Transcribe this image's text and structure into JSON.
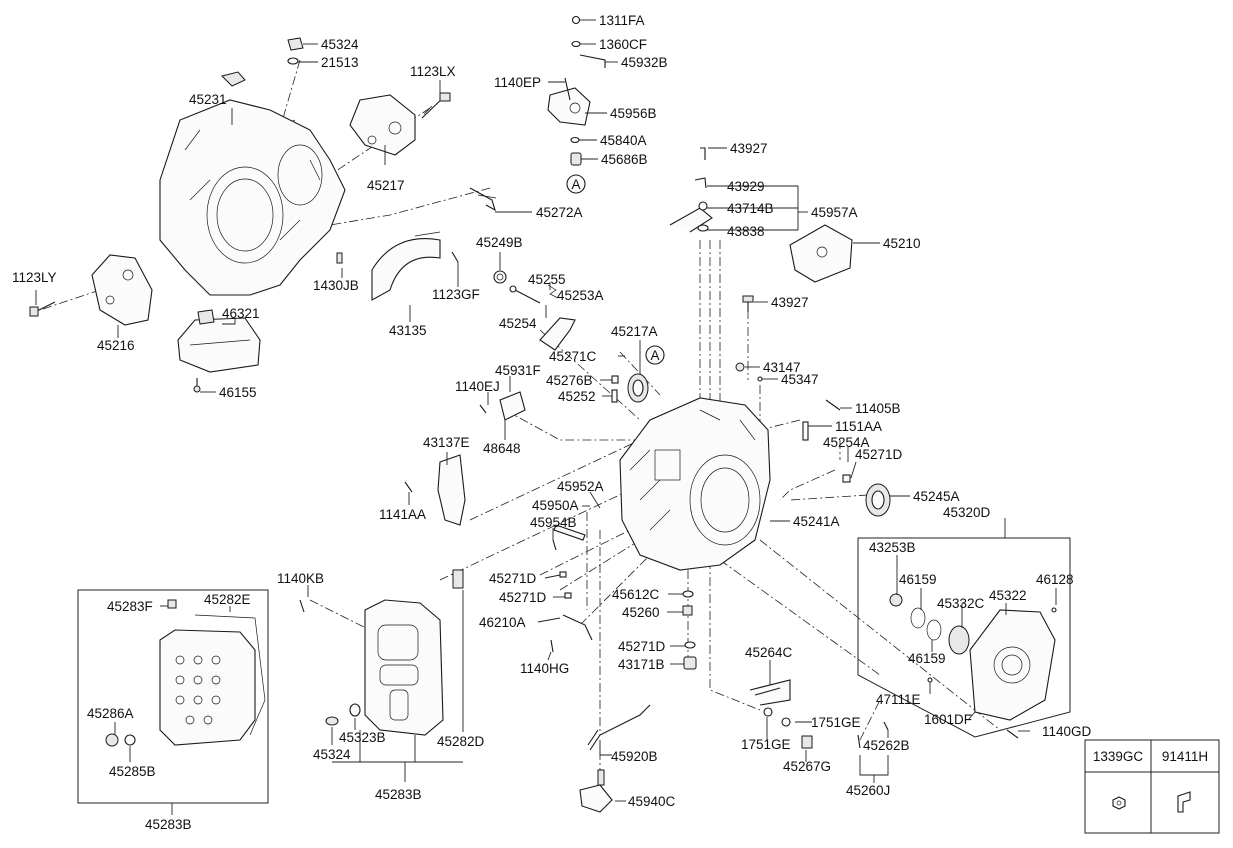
{
  "callouts": [
    {
      "id": "p-1311FA",
      "text": "1311FA"
    },
    {
      "id": "p-1360CF",
      "text": "1360CF"
    },
    {
      "id": "p-45932B",
      "text": "45932B"
    },
    {
      "id": "p-1140EP",
      "text": "1140EP"
    },
    {
      "id": "p-45956B",
      "text": "45956B"
    },
    {
      "id": "p-45840A",
      "text": "45840A"
    },
    {
      "id": "p-45686B",
      "text": "45686B"
    },
    {
      "id": "p-45324-top",
      "text": "45324"
    },
    {
      "id": "p-21513",
      "text": "21513"
    },
    {
      "id": "p-1123LX",
      "text": "1123LX"
    },
    {
      "id": "p-45231",
      "text": "45231"
    },
    {
      "id": "p-45217",
      "text": "45217"
    },
    {
      "id": "p-45272A",
      "text": "45272A"
    },
    {
      "id": "p-43927-top",
      "text": "43927"
    },
    {
      "id": "p-43929",
      "text": "43929"
    },
    {
      "id": "p-43714B",
      "text": "43714B"
    },
    {
      "id": "p-45957A",
      "text": "45957A"
    },
    {
      "id": "p-43838",
      "text": "43838"
    },
    {
      "id": "p-45210",
      "text": "45210"
    },
    {
      "id": "p-1123LY",
      "text": "1123LY"
    },
    {
      "id": "p-1430JB",
      "text": "1430JB"
    },
    {
      "id": "p-1123GF",
      "text": "1123GF"
    },
    {
      "id": "p-45249B",
      "text": "45249B"
    },
    {
      "id": "p-45255",
      "text": "45255"
    },
    {
      "id": "p-45253A",
      "text": "45253A"
    },
    {
      "id": "p-45254",
      "text": "45254"
    },
    {
      "id": "p-43927-mid",
      "text": "43927"
    },
    {
      "id": "p-46321",
      "text": "46321"
    },
    {
      "id": "p-45216",
      "text": "45216"
    },
    {
      "id": "p-43135",
      "text": "43135"
    },
    {
      "id": "p-45217A",
      "text": "45217A"
    },
    {
      "id": "p-45271C",
      "text": "45271C"
    },
    {
      "id": "p-43147",
      "text": "43147"
    },
    {
      "id": "p-45347",
      "text": "45347"
    },
    {
      "id": "p-45931F",
      "text": "45931F"
    },
    {
      "id": "p-46155",
      "text": "46155"
    },
    {
      "id": "p-1140EJ",
      "text": "1140EJ"
    },
    {
      "id": "p-45276B",
      "text": "45276B"
    },
    {
      "id": "p-45252",
      "text": "45252"
    },
    {
      "id": "p-11405B",
      "text": "11405B"
    },
    {
      "id": "p-48648",
      "text": "48648"
    },
    {
      "id": "p-1151AA",
      "text": "1151AA"
    },
    {
      "id": "p-43137E",
      "text": "43137E"
    },
    {
      "id": "p-45254A",
      "text": "45254A"
    },
    {
      "id": "p-45271D-r",
      "text": "45271D"
    },
    {
      "id": "p-45952A",
      "text": "45952A"
    },
    {
      "id": "p-1141AA",
      "text": "1141AA"
    },
    {
      "id": "p-45950A",
      "text": "45950A"
    },
    {
      "id": "p-45245A",
      "text": "45245A"
    },
    {
      "id": "p-45954B",
      "text": "45954B"
    },
    {
      "id": "p-45241A",
      "text": "45241A"
    },
    {
      "id": "p-45320D",
      "text": "45320D"
    },
    {
      "id": "p-43253B",
      "text": "43253B"
    },
    {
      "id": "p-46159-a",
      "text": "46159"
    },
    {
      "id": "p-46128",
      "text": "46128"
    },
    {
      "id": "p-45271D-a",
      "text": "45271D"
    },
    {
      "id": "p-1140KB",
      "text": "1140KB"
    },
    {
      "id": "p-45612C",
      "text": "45612C"
    },
    {
      "id": "p-45332C",
      "text": "45332C"
    },
    {
      "id": "p-45322",
      "text": "45322"
    },
    {
      "id": "p-45283F",
      "text": "45283F"
    },
    {
      "id": "p-45282E",
      "text": "45282E"
    },
    {
      "id": "p-45271D-b",
      "text": "45271D"
    },
    {
      "id": "p-45260",
      "text": "45260"
    },
    {
      "id": "p-46210A",
      "text": "46210A"
    },
    {
      "id": "p-45271D-c",
      "text": "45271D"
    },
    {
      "id": "p-46159-b",
      "text": "46159"
    },
    {
      "id": "p-43171B",
      "text": "43171B"
    },
    {
      "id": "p-1140HG",
      "text": "1140HG"
    },
    {
      "id": "p-45264C",
      "text": "45264C"
    },
    {
      "id": "p-47111E",
      "text": "47111E"
    },
    {
      "id": "p-45286A",
      "text": "45286A"
    },
    {
      "id": "p-1601DF",
      "text": "1601DF"
    },
    {
      "id": "p-1751GE-r",
      "text": "1751GE"
    },
    {
      "id": "p-45323B",
      "text": "45323B"
    },
    {
      "id": "p-45282D",
      "text": "45282D"
    },
    {
      "id": "p-1751GE-l",
      "text": "1751GE"
    },
    {
      "id": "p-45262B",
      "text": "45262B"
    },
    {
      "id": "p-1140GD",
      "text": "1140GD"
    },
    {
      "id": "p-45324-bot",
      "text": "45324"
    },
    {
      "id": "p-45285B",
      "text": "45285B"
    },
    {
      "id": "p-45920B",
      "text": "45920B"
    },
    {
      "id": "p-45267G",
      "text": "45267G"
    },
    {
      "id": "p-45260J",
      "text": "45260J"
    },
    {
      "id": "p-45283B-mid",
      "text": "45283B"
    },
    {
      "id": "p-45940C",
      "text": "45940C"
    },
    {
      "id": "p-45283B-box",
      "text": "45283B"
    }
  ],
  "refs": {
    "a_top": "A",
    "a_mid": "A"
  },
  "legend_table": {
    "headers": [
      "1339GC",
      "91411H"
    ]
  }
}
